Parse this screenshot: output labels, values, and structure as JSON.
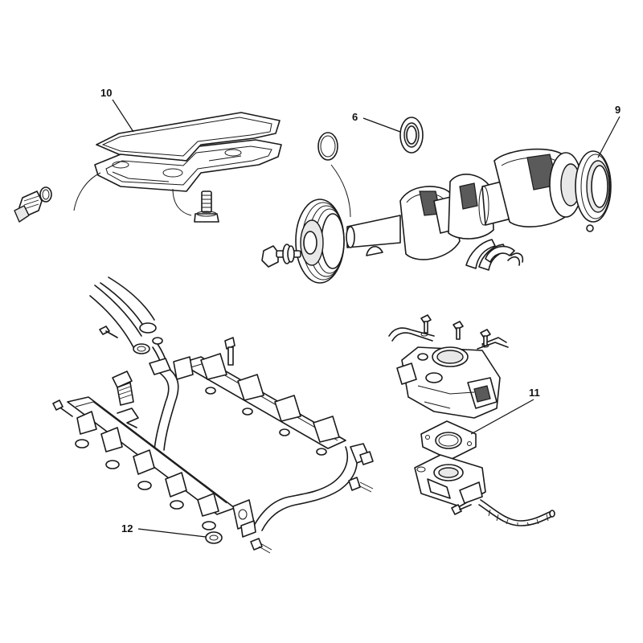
{
  "callouts": {
    "c10": "10",
    "c6": "6",
    "c9": "9",
    "c11": "11",
    "c12": "12"
  }
}
